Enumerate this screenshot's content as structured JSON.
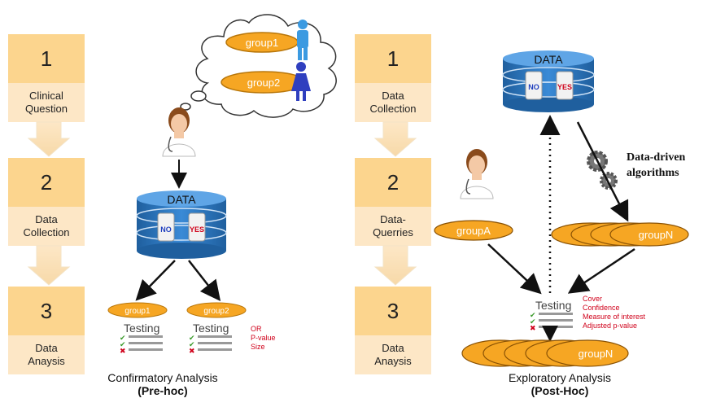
{
  "left": {
    "steps": [
      {
        "num": "1",
        "label": "Clinical\nQuestion"
      },
      {
        "num": "2",
        "label": "Data\nCollection"
      },
      {
        "num": "3",
        "label": "Data\nAnaysis"
      }
    ],
    "thought_groups": [
      "group1",
      "group2"
    ],
    "db_label": "DATA",
    "bottle_no": "NO",
    "bottle_yes": "YES",
    "groups": [
      "group1",
      "group2"
    ],
    "testing_label": "Testing",
    "metrics": [
      "OR",
      "P-value",
      "Size"
    ],
    "caption_title": "Confirmatory Analysis",
    "caption_sub": "(Pre-hoc)"
  },
  "right": {
    "steps": [
      {
        "num": "1",
        "label": "Data\nCollection"
      },
      {
        "num": "2",
        "label": "Data-\nQuerries"
      },
      {
        "num": "3",
        "label": "Data\nAnaysis"
      }
    ],
    "db_label": "DATA",
    "bottle_no": "NO",
    "bottle_yes": "YES",
    "algo_label_1": "Data-driven",
    "algo_label_2": "algorithms",
    "groupA": "groupA",
    "groupN": "groupN",
    "testing_label": "Testing",
    "metrics": [
      "Cover",
      "Confidence",
      "Measure of interest",
      "Adjusted p-value"
    ],
    "caption_title": "Exploratory Analysis",
    "caption_sub": "(Post-Hoc)"
  },
  "colors": {
    "step_dark": "#fcd58e",
    "step_light": "#fde7c6",
    "group_fill": "#f6a623",
    "db_blue": "#2f79c2",
    "metric_red": "#d0021b",
    "male": "#3b9ae1",
    "female": "#2f3fbf"
  }
}
